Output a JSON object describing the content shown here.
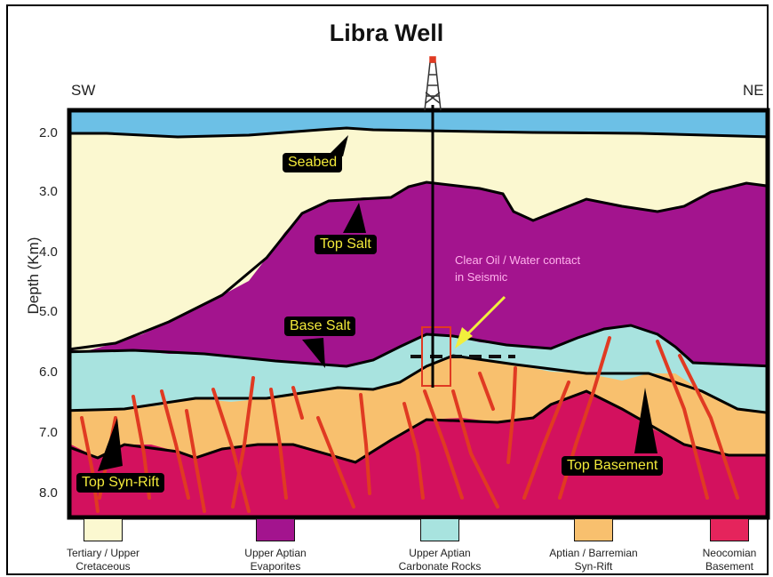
{
  "title": "Libra Well",
  "direction": {
    "left": "SW",
    "right": "NE"
  },
  "y_axis": {
    "label": "Depth (Km)",
    "ticks": [
      "2.0",
      "3.0",
      "4.0",
      "5.0",
      "6.0",
      "7.0",
      "8.0"
    ]
  },
  "callouts": {
    "seabed": "Seabed",
    "top_salt": "Top Salt",
    "base_salt": "Base Salt",
    "top_synrift": "Top Syn-Rift",
    "top_basement": "Top Basement"
  },
  "annotation": {
    "line1": "Clear Oil / Water contact",
    "line2": "in Seismic"
  },
  "colors": {
    "water": "#6cc0e6",
    "tertiary": "#fbf8d0",
    "evaporites": "#a3148e",
    "carbonate": "#a8e3df",
    "synrift": "#f8c06e",
    "basement": "#d3115e",
    "faults": "#e03a22",
    "arrow": "#f2ef3c",
    "label_text": "#f3ea3a"
  },
  "legend": [
    {
      "line1": "Tertiary / Upper",
      "line2": "Cretaceous",
      "color": "#fbf8d0"
    },
    {
      "line1": "Upper Aptian",
      "line2": "Evaporites",
      "color": "#a3148e"
    },
    {
      "line1": "Upper Aptian",
      "line2": "Carbonate Rocks",
      "color": "#a8e3df"
    },
    {
      "line1": "Aptian / Barremian",
      "line2": "Syn-Rift",
      "color": "#f8c06e"
    },
    {
      "line1": "Neocomian",
      "line2": "Basement",
      "color": "#e5245c"
    }
  ]
}
